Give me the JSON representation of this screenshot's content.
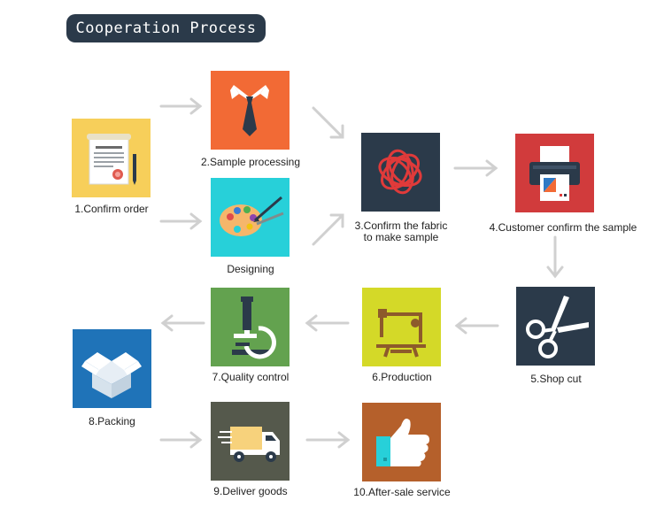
{
  "title": "Cooperation Process",
  "steps": {
    "s1": {
      "label": "1.Confirm order",
      "color": "#f7cf5a",
      "icon": "certificate-icon"
    },
    "s2": {
      "label": "2.Sample processing",
      "color": "#f26a35",
      "icon": "shirt-tie-icon"
    },
    "s2b": {
      "label": "Designing",
      "color": "#27d0d9",
      "icon": "palette-icon"
    },
    "s3": {
      "label_line1": "3.Confirm the fabric",
      "label_line2": "to make sample",
      "color": "#2b3a4a",
      "icon": "wool-yarn-icon"
    },
    "s4": {
      "label": "4.Customer confirm the sample",
      "color": "#d13b3c",
      "icon": "printer-icon"
    },
    "s5": {
      "label": "5.Shop cut",
      "color": "#2b3a4a",
      "icon": "scissors-icon"
    },
    "s6": {
      "label": "6.Production",
      "color": "#d4d928",
      "icon": "sewing-machine-icon"
    },
    "s7": {
      "label": "7.Quality control",
      "color": "#63a24f",
      "icon": "microscope-icon"
    },
    "s8": {
      "label": "8.Packing",
      "color": "#1f73b8",
      "icon": "box-icon"
    },
    "s9": {
      "label": "9.Deliver goods",
      "color": "#55594c",
      "icon": "delivery-truck-icon"
    },
    "s10": {
      "label": "10.After-sale service",
      "color": "#b5602b",
      "icon": "thumbs-up-icon"
    }
  },
  "arrow_color": "#d0d0d0"
}
